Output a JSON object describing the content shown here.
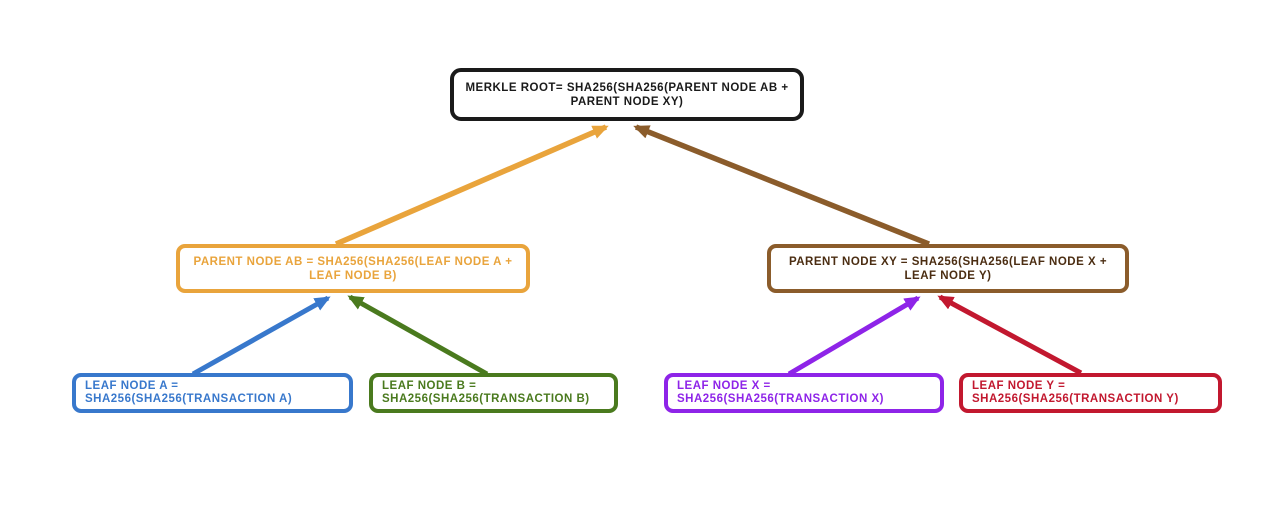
{
  "diagram": {
    "type": "merkle-tree",
    "background_color": "#ffffff"
  },
  "nodes": {
    "merkle_root": {
      "line1": "MERKLE ROOT= SHA256(SHA256(PARENT NODE AB +",
      "line2": "PARENT NODE XY)",
      "border_color": "#1a1a1a",
      "text_color": "#1a1a1a"
    },
    "parent_node_ab": {
      "line1": "PARENT NODE AB = SHA256(SHA256(LEAF NODE A +",
      "line2": "LEAF NODE B)",
      "border_color": "#e9a43c",
      "text_color": "#e9a43c"
    },
    "parent_node_xy": {
      "line1": "PARENT NODE XY = SHA256(SHA256(LEAF NODE X +",
      "line2": "LEAF NODE Y)",
      "border_color": "#8b5c2b",
      "text_color": "#4b2d12"
    },
    "leaf_node_a": {
      "line1": "LEAF NODE A =",
      "line2": "SHA256(SHA256(TRANSACTION A)",
      "border_color": "#3878cc",
      "text_color": "#3878cc"
    },
    "leaf_node_b": {
      "line1": "LEAF NODE B =",
      "line2": "SHA256(SHA256(TRANSACTION B)",
      "border_color": "#4a7a1e",
      "text_color": "#4a7a1e"
    },
    "leaf_node_x": {
      "line1": "LEAF NODE X =",
      "line2": "SHA256(SHA256(TRANSACTION X)",
      "border_color": "#8e24e8",
      "text_color": "#8e24e8"
    },
    "leaf_node_y": {
      "line1": "LEAF NODE Y =",
      "line2": "SHA256(SHA256(TRANSACTION Y)",
      "border_color": "#c2182f",
      "text_color": "#c2182f"
    }
  },
  "edges": {
    "ab_to_root": {
      "color": "#e9a43c"
    },
    "xy_to_root": {
      "color": "#8b5c2b"
    },
    "a_to_ab": {
      "color": "#3878cc"
    },
    "b_to_ab": {
      "color": "#4a7a1e"
    },
    "x_to_xy": {
      "color": "#8e24e8"
    },
    "y_to_xy": {
      "color": "#c2182f"
    }
  }
}
